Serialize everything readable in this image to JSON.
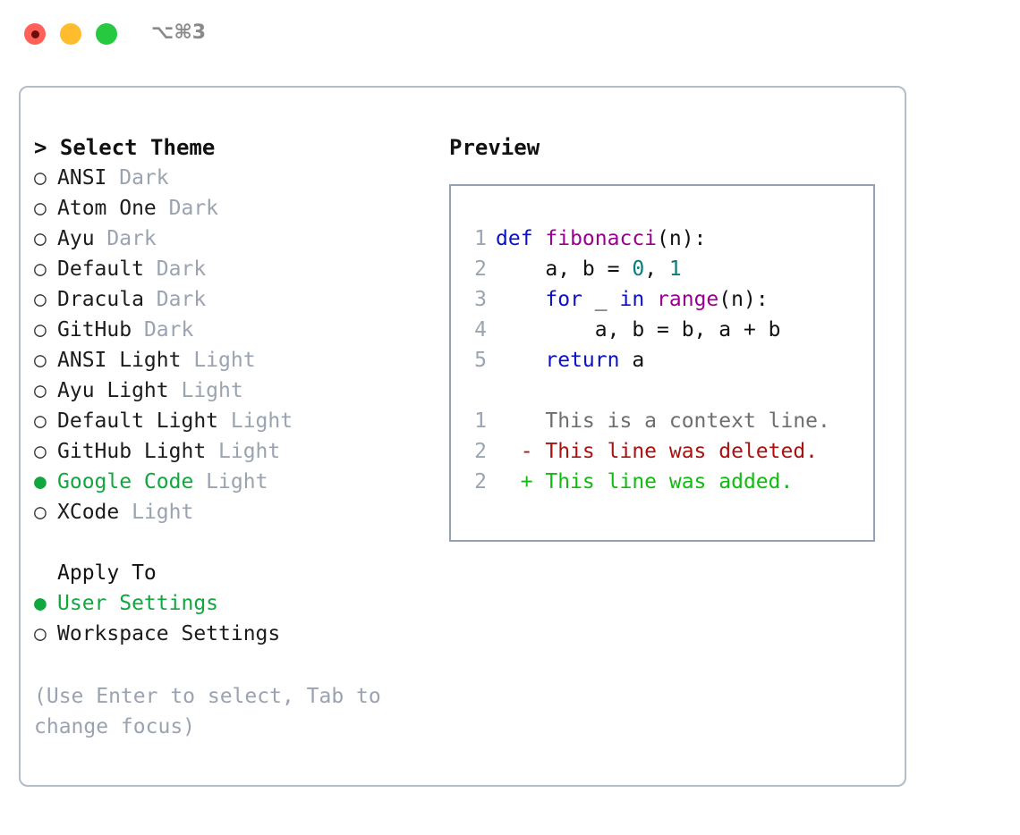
{
  "titlebar": {
    "shortcut": "⌥⌘3",
    "buttons": [
      {
        "name": "close",
        "color": "#ff6159"
      },
      {
        "name": "minimize",
        "color": "#ffbd2e"
      },
      {
        "name": "maximize",
        "color": "#26c940"
      }
    ]
  },
  "colors": {
    "accent_green": "#11a73e",
    "muted": "#9aa3b0",
    "panel_border": "#b3bcc8",
    "preview_border": "#94a1b2",
    "keyword": "#0a10c8",
    "function": "#99008f",
    "number": "#0a7b7b",
    "diff_added": "#11bb11",
    "diff_deleted": "#aa1111",
    "diff_context": "#6e6e6e"
  },
  "theme_panel": {
    "header": "> Select Theme",
    "prompt": ">",
    "bullet_selected": "●",
    "bullet_unselected": "○",
    "items": [
      {
        "name": "ANSI",
        "kind": "Dark",
        "selected": false
      },
      {
        "name": "Atom One",
        "kind": "Dark",
        "selected": false
      },
      {
        "name": "Ayu",
        "kind": "Dark",
        "selected": false
      },
      {
        "name": "Default",
        "kind": "Dark",
        "selected": false
      },
      {
        "name": "Dracula",
        "kind": "Dark",
        "selected": false
      },
      {
        "name": "GitHub",
        "kind": "Dark",
        "selected": false
      },
      {
        "name": "ANSI Light",
        "kind": "Light",
        "selected": false
      },
      {
        "name": "Ayu Light",
        "kind": "Light",
        "selected": false
      },
      {
        "name": "Default Light",
        "kind": "Light",
        "selected": false
      },
      {
        "name": "GitHub Light",
        "kind": "Light",
        "selected": false
      },
      {
        "name": "Google Code",
        "kind": "Light",
        "selected": true
      },
      {
        "name": "XCode",
        "kind": "Light",
        "selected": false
      }
    ]
  },
  "apply_to": {
    "header": "Apply To",
    "options": [
      {
        "label": "User Settings",
        "selected": true
      },
      {
        "label": "Workspace Settings",
        "selected": false
      }
    ]
  },
  "hint": "(Use Enter to select, Tab to change focus)",
  "preview": {
    "header": "Preview",
    "code_lines": [
      {
        "lineno": "1",
        "tokens": [
          {
            "text": "def ",
            "type": "kw"
          },
          {
            "text": "fibonacci",
            "type": "fn"
          },
          {
            "text": "(n):",
            "type": "plain"
          }
        ]
      },
      {
        "lineno": "2",
        "tokens": [
          {
            "text": "    a, b = ",
            "type": "plain"
          },
          {
            "text": "0",
            "type": "num"
          },
          {
            "text": ", ",
            "type": "plain"
          },
          {
            "text": "1",
            "type": "num"
          }
        ]
      },
      {
        "lineno": "3",
        "tokens": [
          {
            "text": "    ",
            "type": "plain"
          },
          {
            "text": "for",
            "type": "kw"
          },
          {
            "text": " _ ",
            "type": "plain"
          },
          {
            "text": "in",
            "type": "kw"
          },
          {
            "text": " ",
            "type": "plain"
          },
          {
            "text": "range",
            "type": "fn"
          },
          {
            "text": "(n):",
            "type": "plain"
          }
        ]
      },
      {
        "lineno": "4",
        "tokens": [
          {
            "text": "        a, b = b, a + b",
            "type": "plain"
          }
        ]
      },
      {
        "lineno": "5",
        "tokens": [
          {
            "text": "    ",
            "type": "plain"
          },
          {
            "text": "return",
            "type": "kw"
          },
          {
            "text": " a",
            "type": "plain"
          }
        ]
      }
    ],
    "diff_lines": [
      {
        "lineno": "1",
        "marker": " ",
        "text": " This is a context line.",
        "type": "ctx"
      },
      {
        "lineno": "2",
        "marker": "-",
        "text": " This line was deleted.",
        "type": "del"
      },
      {
        "lineno": "2",
        "marker": "+",
        "text": " This line was added.",
        "type": "add"
      }
    ]
  }
}
